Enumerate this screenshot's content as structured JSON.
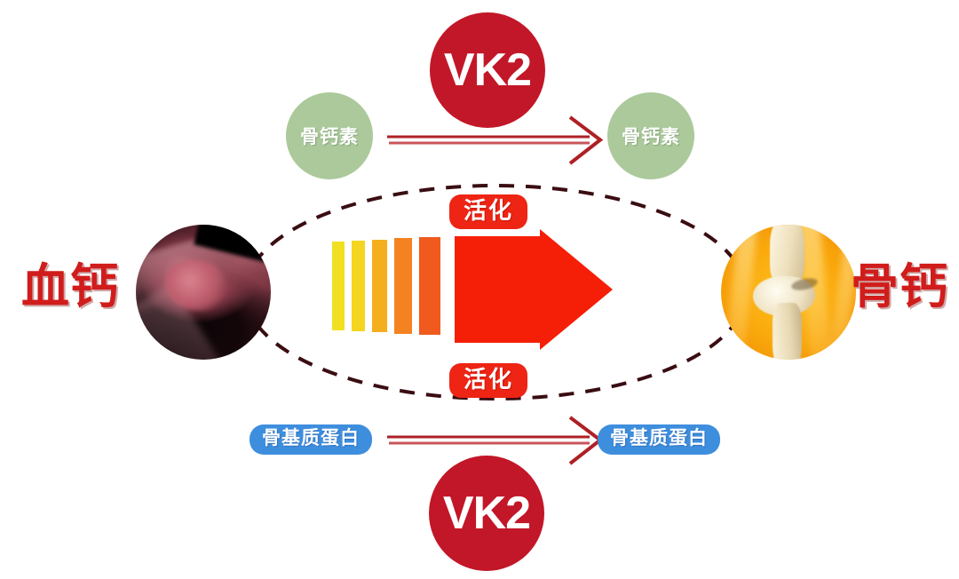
{
  "diagram": {
    "title_left": "血钙",
    "title_right": "骨钙",
    "nodes": {
      "osteocalcin_left": "骨钙素",
      "osteocalcin_right": "骨钙素",
      "protein_left": "骨基质蛋白",
      "protein_right": "骨基质蛋白"
    },
    "catalysts": {
      "vk2_top": "VK2",
      "vk2_bottom": "VK2"
    },
    "activation": {
      "top": "活化",
      "bottom": "活化"
    },
    "colors": {
      "label_red": "#D11C1C",
      "vk2_red": "#C21728",
      "activation_red": "#EE2414",
      "osteocalcin_green": "#ABC99B",
      "protein_blue": "#3E8EDE",
      "arrow_dark_red": "#B22222",
      "ellipse_dash": "#3A0D12",
      "bone_orange": "#F9A70B",
      "bar_colors": [
        "#F0E020",
        "#F5D520",
        "#F5AE1E",
        "#F58220",
        "#F05A1E"
      ],
      "big_arrow_red": "#F51F07"
    },
    "images": {
      "left_circle": "blood-vessel-plaque-photo",
      "right_circle": "bone-joint-photo"
    }
  }
}
